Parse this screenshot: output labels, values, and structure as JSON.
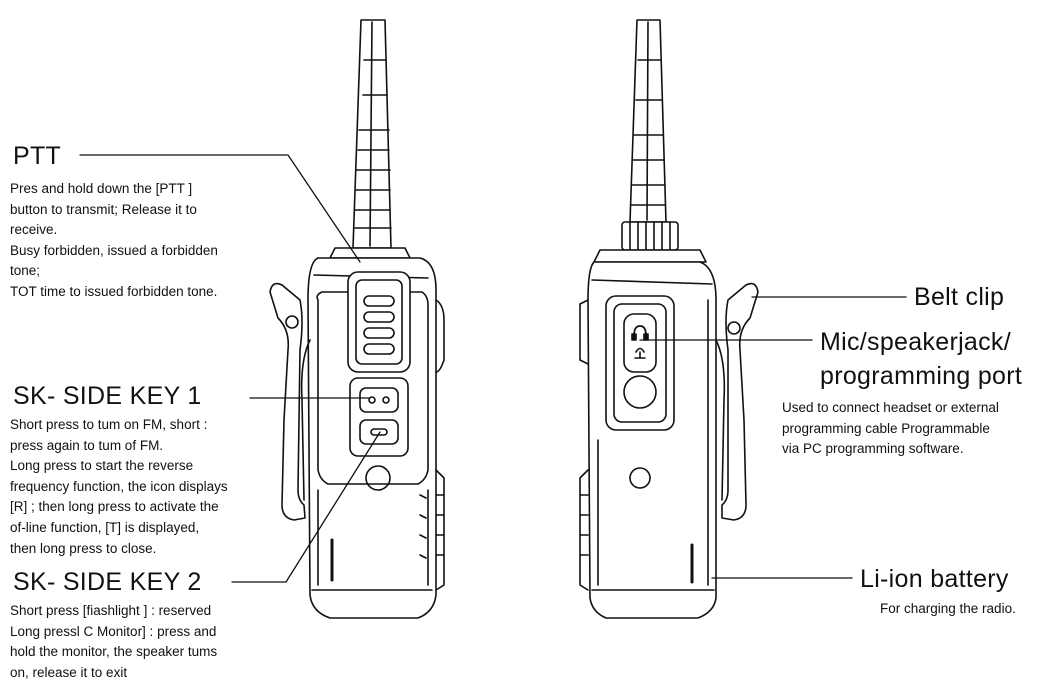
{
  "left": {
    "ptt": {
      "title": "PTT",
      "lines": [
        "Pres and hold down the [PTT ]",
        "button to transmit; Release it to",
        "receive.",
        "Busy forbidden, issued a forbidden",
        "tone;",
        "TOT time to issued forbidden tone."
      ]
    },
    "side_key_1": {
      "title": "SK- SIDE KEY 1",
      "lines": [
        "Short press to tum on FM, short :",
        "press again to tum of FM.",
        "Long press to start the reverse",
        "frequency function, the icon displays",
        "[R] ; then long press to activate the",
        "of-line function, [T] is displayed,",
        "then long press to close."
      ]
    },
    "side_key_2": {
      "title": "SK- SIDE KEY 2",
      "lines": [
        "Short press [fiashlight ] : reserved",
        "Long pressl C Monitor] : press and",
        "hold the monitor, the speaker tums",
        "on, release it to exit"
      ]
    }
  },
  "right": {
    "belt_clip": {
      "title": "Belt clip"
    },
    "mic_jack": {
      "title_lines": [
        "Mic/speakerjack/",
        "programming port"
      ],
      "lines": [
        "Used to connect headset or external",
        "programming cable Programmable",
        "via PC programming software."
      ]
    },
    "battery": {
      "title": "Li-ion battery",
      "lines": [
        "For charging the radio."
      ]
    }
  }
}
